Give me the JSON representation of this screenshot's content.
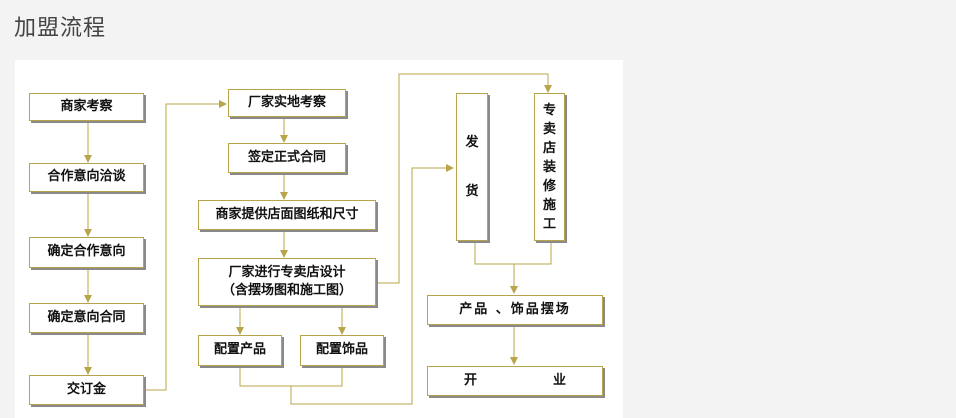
{
  "title": "加盟流程",
  "steps": {
    "merchant_inspect": "商家考察",
    "cooperation_talk": "合作意向洽谈",
    "confirm_intent": "确定合作意向",
    "confirm_contract": "确定意向合同",
    "deposit": "交订金",
    "factory_inspect": "厂家实地考察",
    "sign_contract": "签定正式合同",
    "provide_drawing": "商家提供店面图纸和尺寸",
    "design_line1": "厂家进行专卖店设计",
    "design_line2": "（含摆场图和施工图）",
    "config_products": "配置产品",
    "config_accessories": "配置饰品",
    "ship_char1": "发",
    "ship_char2": "货",
    "decoration_chars": [
      "专",
      "卖",
      "店",
      "装",
      "修",
      "施",
      "工"
    ],
    "display": "产品 、饰品摆场",
    "open_char1": "开",
    "open_char2": "业"
  },
  "colors": {
    "line": "#b8a44a",
    "shadow": "#8a8a8a"
  }
}
